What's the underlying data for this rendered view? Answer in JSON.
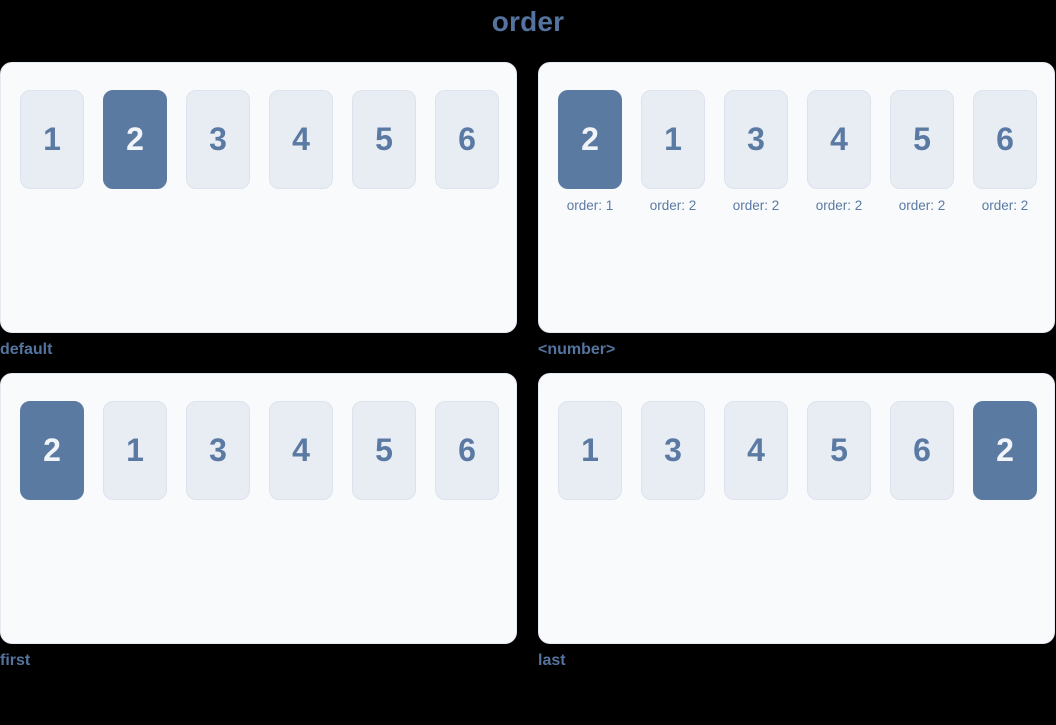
{
  "title": "order",
  "colors": {
    "page_bg": "#000000",
    "panel_bg": "#f9fafc",
    "panel_border": "#e5e9f0",
    "box_bg": "#e8edf4",
    "box_border": "#dde3ee",
    "box_text": "#5b7aa3",
    "active_box_bg": "#5b7aa1",
    "active_box_text": "#f1f4f9",
    "label_text": "#54739e"
  },
  "panels": [
    {
      "caption": "default",
      "items": [
        {
          "label": "1",
          "active": false
        },
        {
          "label": "2",
          "active": true
        },
        {
          "label": "3",
          "active": false
        },
        {
          "label": "4",
          "active": false
        },
        {
          "label": "5",
          "active": false
        },
        {
          "label": "6",
          "active": false
        }
      ]
    },
    {
      "caption": "<number>",
      "items": [
        {
          "label": "2",
          "active": true,
          "order_label": "order: 1"
        },
        {
          "label": "1",
          "active": false,
          "order_label": "order: 2"
        },
        {
          "label": "3",
          "active": false,
          "order_label": "order: 2"
        },
        {
          "label": "4",
          "active": false,
          "order_label": "order: 2"
        },
        {
          "label": "5",
          "active": false,
          "order_label": "order: 2"
        },
        {
          "label": "6",
          "active": false,
          "order_label": "order: 2"
        }
      ]
    },
    {
      "caption": "first",
      "items": [
        {
          "label": "2",
          "active": true
        },
        {
          "label": "1",
          "active": false
        },
        {
          "label": "3",
          "active": false
        },
        {
          "label": "4",
          "active": false
        },
        {
          "label": "5",
          "active": false
        },
        {
          "label": "6",
          "active": false
        }
      ]
    },
    {
      "caption": "last",
      "items": [
        {
          "label": "1",
          "active": false
        },
        {
          "label": "3",
          "active": false
        },
        {
          "label": "4",
          "active": false
        },
        {
          "label": "5",
          "active": false
        },
        {
          "label": "6",
          "active": false
        },
        {
          "label": "2",
          "active": true
        }
      ]
    }
  ]
}
